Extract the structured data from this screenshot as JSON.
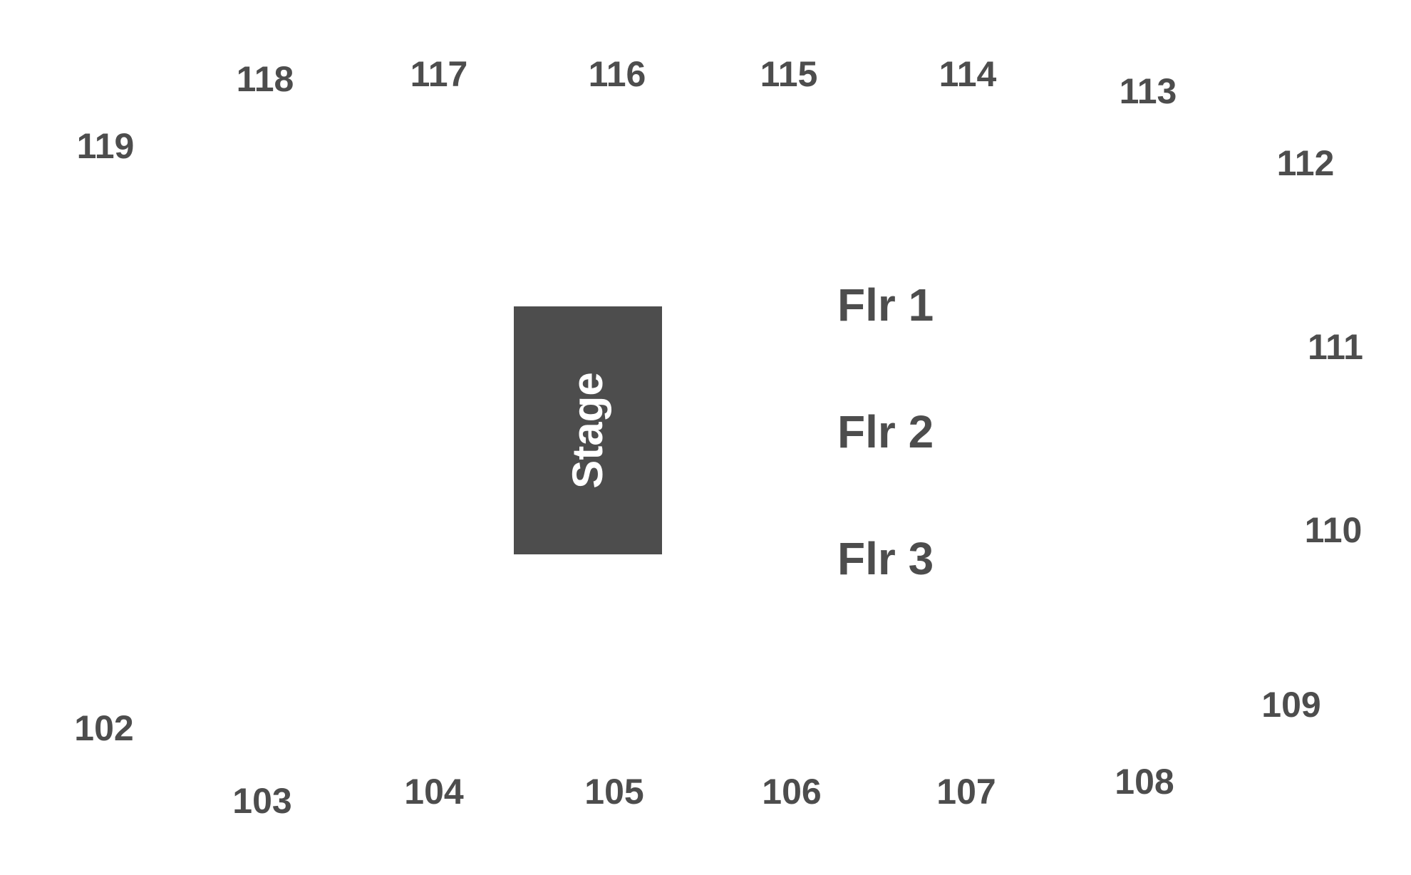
{
  "sections": {
    "s102": "102",
    "s103": "103",
    "s104": "104",
    "s105": "105",
    "s106": "106",
    "s107": "107",
    "s108": "108",
    "s109": "109",
    "s110": "110",
    "s111": "111",
    "s112": "112",
    "s113": "113",
    "s114": "114",
    "s115": "115",
    "s116": "116",
    "s117": "117",
    "s118": "118",
    "s119": "119"
  },
  "floor": {
    "flr1": "Flr 1",
    "flr2": "Flr 2",
    "flr3": "Flr 3"
  },
  "stage": {
    "label": "Stage",
    "color": "#4d4d4d"
  },
  "text_color": "#4d4d4d"
}
